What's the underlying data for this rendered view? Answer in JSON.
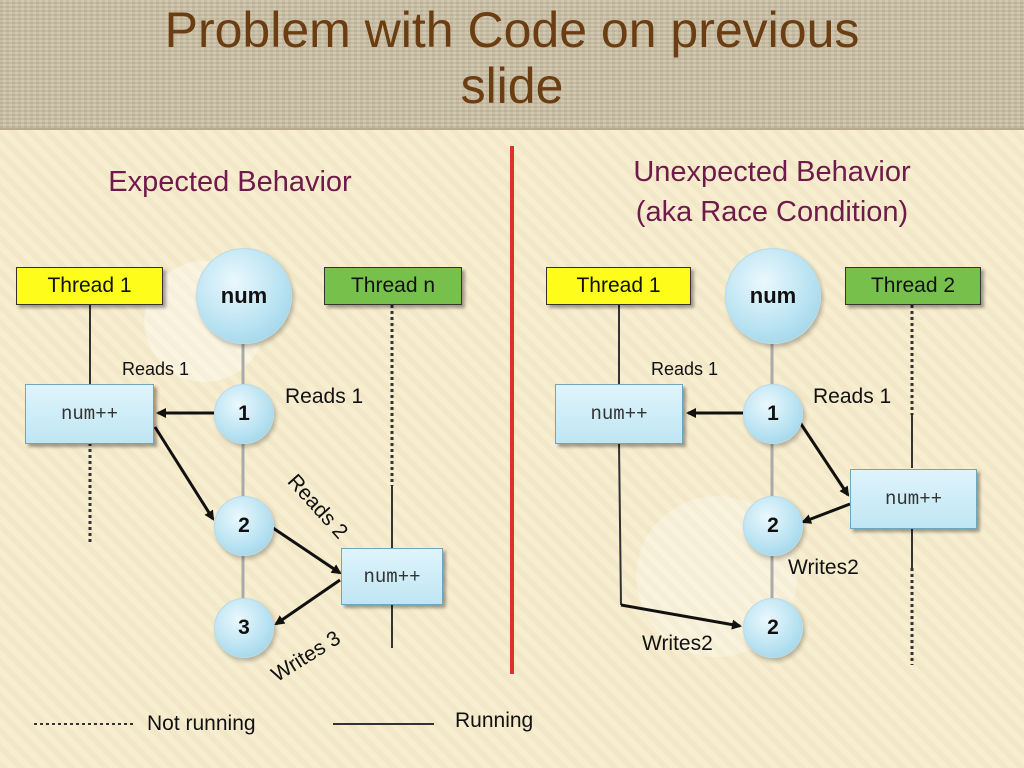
{
  "slide": {
    "title_line1": "Problem with Code on previous",
    "title_line2": "slide"
  },
  "left": {
    "heading": "Expected Behavior",
    "thread_a": "Thread 1",
    "shared_var": "num",
    "thread_b": "Thread n",
    "op_a": "num++",
    "op_b": "num++",
    "values": [
      "1",
      "2",
      "3"
    ],
    "labels": {
      "reads1_small": "Reads 1",
      "reads1": "Reads 1",
      "reads2": "Reads 2",
      "writes3": "Writes 3"
    }
  },
  "right": {
    "heading_line1": "Unexpected Behavior",
    "heading_line2": "(aka Race Condition)",
    "thread_a": "Thread 1",
    "shared_var": "num",
    "thread_b": "Thread 2",
    "op_a": "num++",
    "op_b": "num++",
    "values": [
      "1",
      "2",
      "2"
    ],
    "labels": {
      "reads1_small": "Reads 1",
      "reads1": "Reads 1",
      "writes2_a": "Writes2",
      "writes2_b": "Writes2"
    }
  },
  "legend": {
    "not_running": "Not running",
    "running": "Running"
  },
  "colors": {
    "title": "#6b3d12",
    "heading": "#6e1a4a",
    "divider": "#e0302a",
    "thread_yellow": "#fdfc1a",
    "thread_green": "#78c04c"
  }
}
